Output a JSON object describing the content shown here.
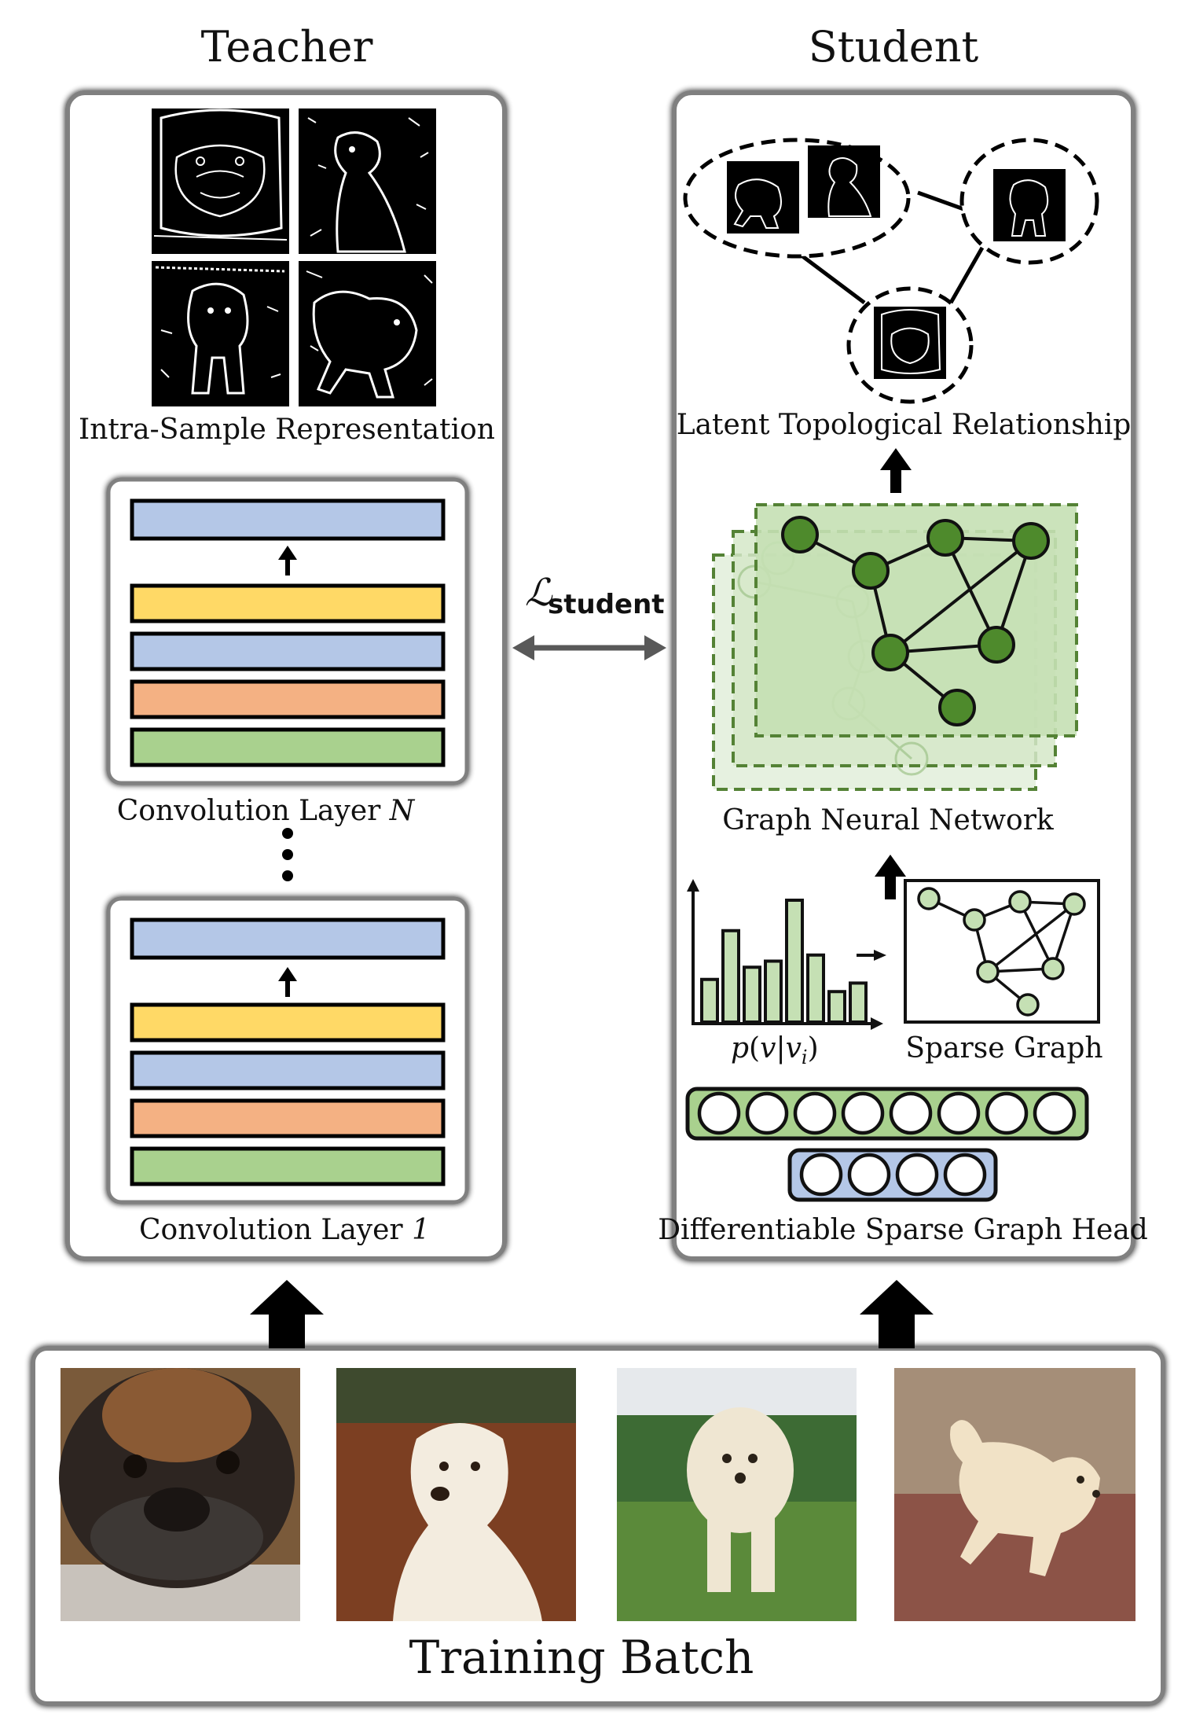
{
  "teacher": {
    "heading": "Teacher",
    "intra_sample_caption": "Intra-Sample Representation",
    "conv_layer_n_prefix": "Convolution Layer ",
    "conv_layer_n_index": "N",
    "conv_layer_1_prefix": "Convolution Layer ",
    "conv_layer_1_index": "1"
  },
  "student": {
    "heading": "Student",
    "latent_caption": "Latent Topological Relationship",
    "gnn_caption": "Graph Neural Network",
    "prob_label_p": "p",
    "prob_label_open": "(",
    "prob_label_v": "v",
    "prob_label_bar": "|",
    "prob_label_vi": "v",
    "prob_label_i": "i",
    "prob_label_close": ")",
    "sparse_graph_caption": "Sparse Graph",
    "head_caption": "Differentiable Sparse Graph Head",
    "histogram_values": [
      0.35,
      0.75,
      0.45,
      0.5,
      1.0,
      0.55,
      0.25,
      0.32
    ]
  },
  "loss": {
    "symbol": "ℒ",
    "subscript": "student"
  },
  "batch": {
    "caption": "Training Batch"
  },
  "colors": {
    "layer_blue": "#b4c7e7",
    "layer_yellow": "#ffd966",
    "layer_orange": "#f4b183",
    "layer_green": "#a9d18e",
    "node_dark": "#4e8a2c",
    "node_light": "#c5e0b4",
    "gnn_fill": "#c5e0b4",
    "arrow_gray": "#595959"
  }
}
